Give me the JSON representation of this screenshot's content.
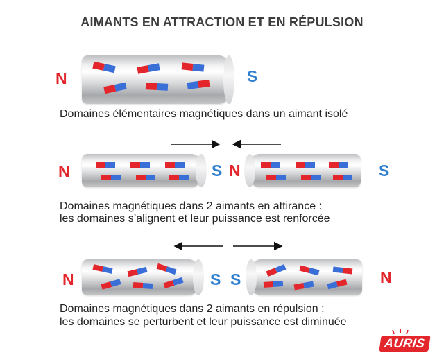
{
  "title": "AIMANTS EN ATTRACTION ET EN RÉPULSION",
  "poles": {
    "n": "N",
    "s": "S"
  },
  "captions": {
    "isolated": "Domaines élémentaires magnétiques dans un aimant isolé",
    "attraction_1": "Domaines magnétiques dans 2 aimants en attirance :",
    "attraction_2": "les domaines s’alignent et leur puissance est renforcée",
    "repulsion_1": "Domaines magnétiques dans 2 aimants en répulsion :",
    "repulsion_2": "les domaines se perturbent et leur puissance est diminuée"
  },
  "colors": {
    "north": "#e3262b",
    "south": "#2f7fd1",
    "domain_blue": "#3b6fd8"
  },
  "logo": "AURIS"
}
